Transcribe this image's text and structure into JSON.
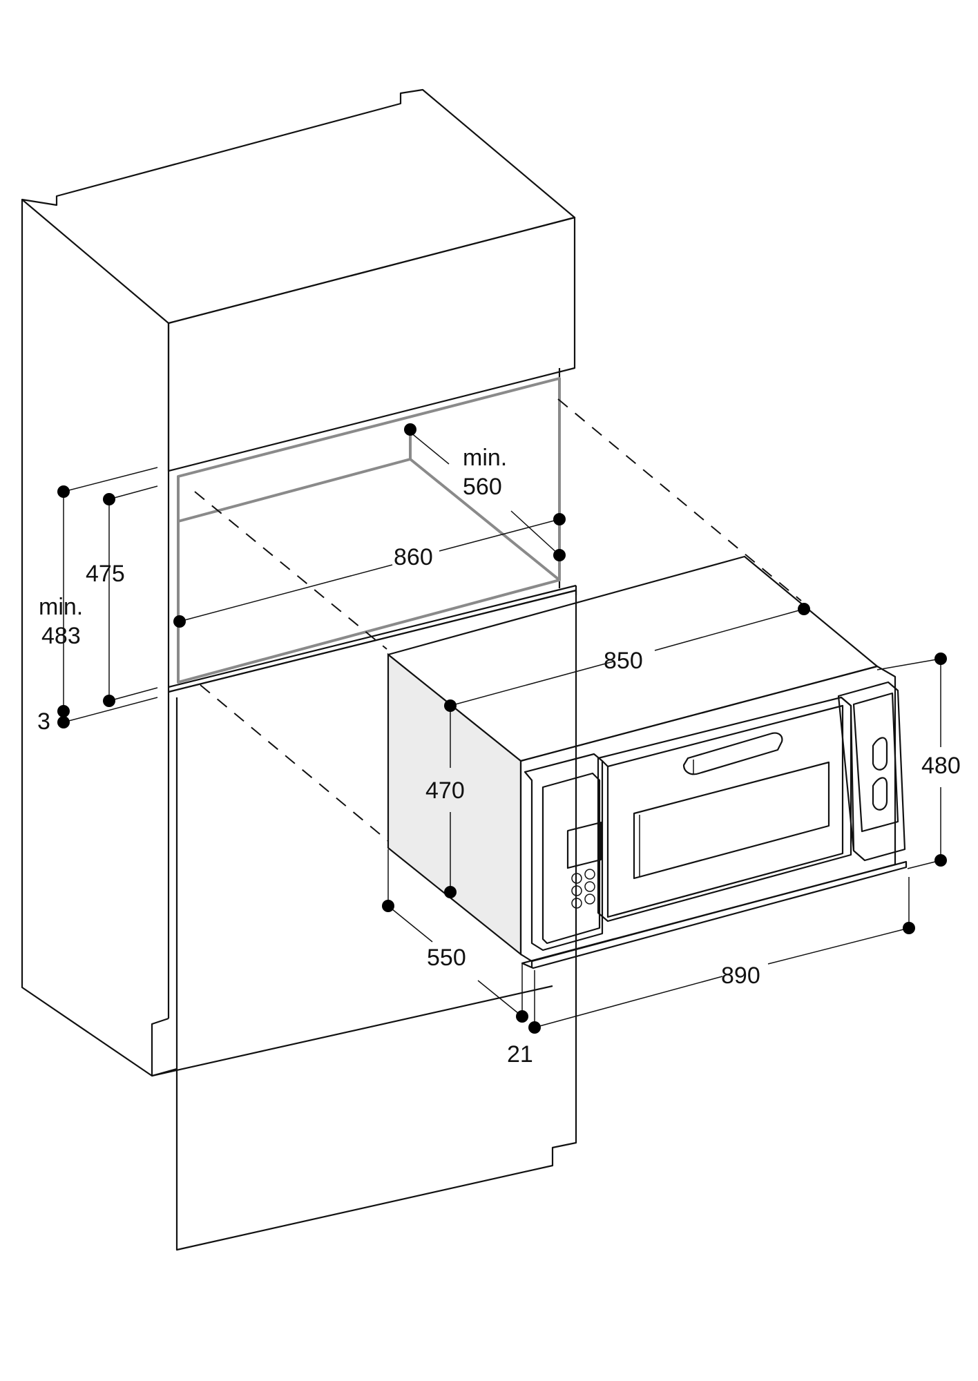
{
  "dimensions": {
    "niche_width": "860",
    "niche_depth_prefix": "min.",
    "niche_depth": "560",
    "niche_height": "475",
    "total_height_prefix": "min.",
    "total_height": "483",
    "gap_bottom": "3",
    "appliance_width": "850",
    "appliance_height": "470",
    "front_height": "480",
    "appliance_depth": "550",
    "front_width": "890",
    "front_thickness": "21"
  }
}
